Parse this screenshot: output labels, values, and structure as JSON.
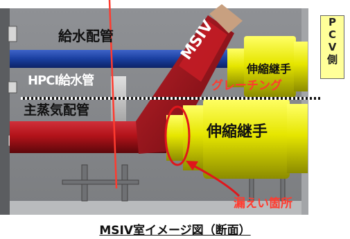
{
  "labels": {
    "feedwater_pipe": "給水配管",
    "hpci_pipe": "HPCI給水管",
    "main_steam_pipe": "主蒸気配管",
    "msiv": "MSIV",
    "expansion_joint_upper": "伸縮継手",
    "expansion_joint_lower": "伸縮継手",
    "grating": "グレーチング",
    "leak_point": "漏えい箇所",
    "pcv_side": [
      "P",
      "C",
      "V",
      "側"
    ]
  },
  "caption": "MSIV室イメージ図（断面）",
  "colors": {
    "steam_pipe": "#b3131a",
    "feedwater_pipe": "#1a3fa0",
    "expansion_joint": "#e6e600",
    "grating": "#ffffff",
    "leak_circle": "#e0161b",
    "label_red": "#ff3b2f",
    "pcv_box": "#ffff99",
    "room_background": "#8a8c8f"
  }
}
